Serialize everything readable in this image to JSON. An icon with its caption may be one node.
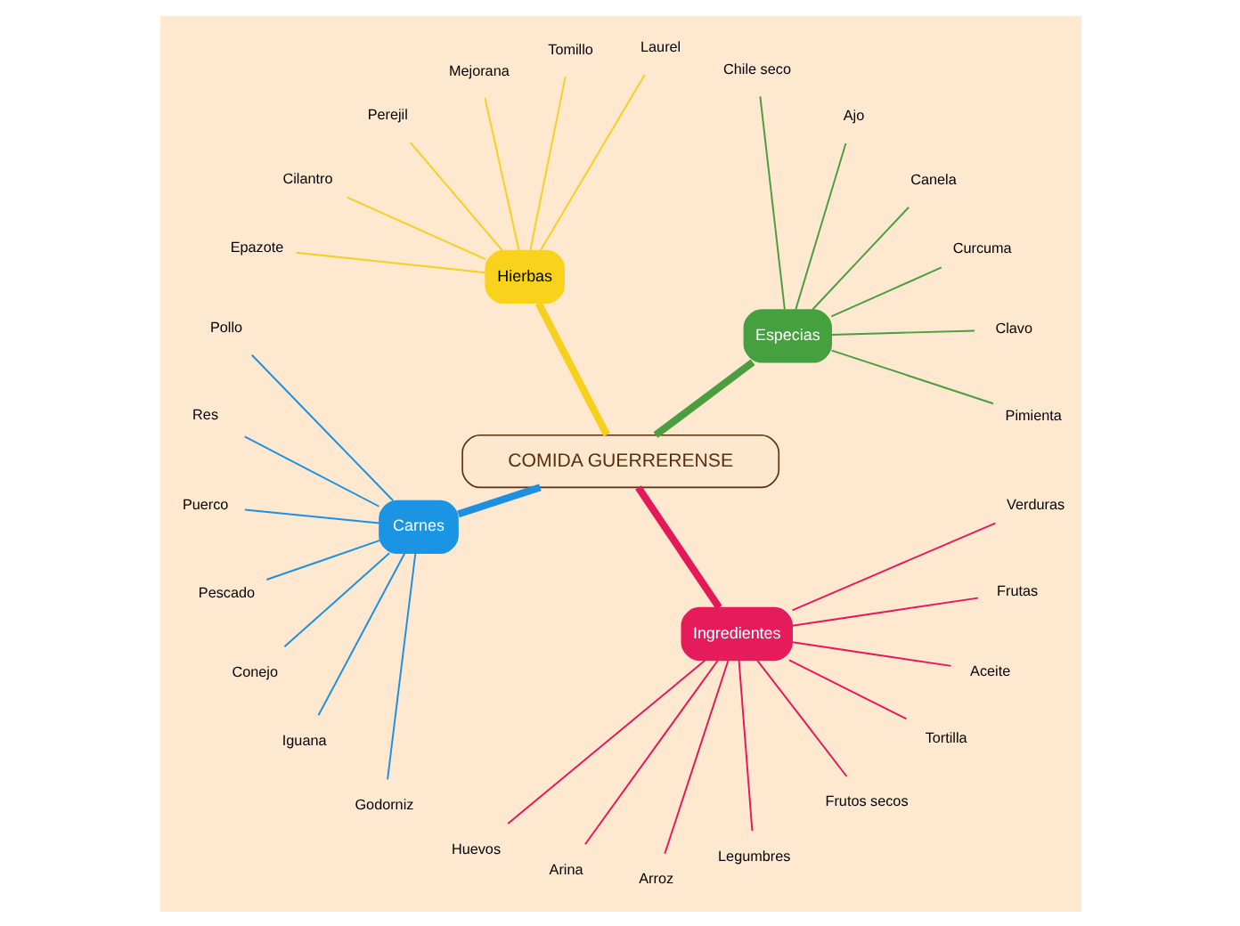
{
  "diagram": {
    "nodes": [
      {
        "text": [
          "COMIDA GUERRERENSE"
        ]
      },
      {
        "text": [
          "Especias"
        ]
      },
      {
        "text": [
          "Pimienta"
        ]
      },
      {
        "text": [
          "Clavo"
        ]
      },
      {
        "text": [
          "Curcuma"
        ]
      },
      {
        "text": [
          "Canela"
        ]
      },
      {
        "text": [
          "Ajo"
        ]
      },
      {
        "text": [
          "Chile seco"
        ]
      },
      {
        "text": [
          "Hierbas"
        ]
      },
      {
        "text": [
          "Laurel"
        ]
      },
      {
        "text": [
          "Tomillo"
        ]
      },
      {
        "text": [
          "Mejorana"
        ]
      },
      {
        "text": [
          "Perejil"
        ]
      },
      {
        "text": [
          "Cilantro"
        ]
      },
      {
        "text": [
          "Epazote"
        ]
      },
      {
        "text": [
          "Carnes"
        ]
      },
      {
        "text": [
          "Pollo"
        ]
      },
      {
        "text": [
          "Res"
        ]
      },
      {
        "text": [
          "Puerco"
        ]
      },
      {
        "text": [
          "Pescado"
        ]
      },
      {
        "text": [
          "Conejo"
        ]
      },
      {
        "text": [
          "Iguana"
        ]
      },
      {
        "text": [
          "Godorniz"
        ]
      },
      {
        "text": [
          "Ingredientes"
        ]
      },
      {
        "text": [
          "Huevos"
        ]
      },
      {
        "text": [
          "Arina"
        ]
      },
      {
        "text": [
          "Arroz"
        ]
      },
      {
        "text": [
          "Legumbres"
        ]
      },
      {
        "text": [
          "Frutos secos"
        ]
      },
      {
        "text": [
          "Tortilla"
        ]
      },
      {
        "text": [
          "Aceite"
        ]
      },
      {
        "text": [
          "Frutas"
        ]
      },
      {
        "text": [
          "Verduras"
        ]
      }
    ],
    "edges": [
      {
        "from": 0,
        "to": 1,
        "arrow": "none",
        "style": "thick",
        "color": "#4a9e3f"
      },
      {
        "from": 1,
        "to": 2,
        "arrow": "none",
        "color": "#4a9e3f"
      },
      {
        "from": 1,
        "to": 3,
        "arrow": "none",
        "color": "#4a9e3f"
      },
      {
        "from": 1,
        "to": 4,
        "arrow": "none",
        "color": "#4a9e3f"
      },
      {
        "from": 1,
        "to": 5,
        "arrow": "none",
        "color": "#4a9e3f"
      },
      {
        "from": 1,
        "to": 6,
        "arrow": "none",
        "color": "#4a9e3f"
      },
      {
        "from": 1,
        "to": 7,
        "arrow": "none",
        "color": "#4a9e3f"
      },
      {
        "from": 0,
        "to": 8,
        "arrow": "none",
        "style": "thick",
        "color": "#f5d01e"
      },
      {
        "from": 8,
        "to": 9,
        "arrow": "none",
        "color": "#f5d01e"
      },
      {
        "from": 8,
        "to": 10,
        "arrow": "none",
        "color": "#f5d01e"
      },
      {
        "from": 8,
        "to": 11,
        "arrow": "none",
        "color": "#f5d01e"
      },
      {
        "from": 8,
        "to": 12,
        "arrow": "none",
        "color": "#f5d01e"
      },
      {
        "from": 8,
        "to": 13,
        "arrow": "none",
        "color": "#f5d01e"
      },
      {
        "from": 8,
        "to": 14,
        "arrow": "none",
        "color": "#f5d01e"
      },
      {
        "from": 0,
        "to": 15,
        "arrow": "none",
        "style": "thick",
        "color": "#1e90e0"
      },
      {
        "from": 15,
        "to": 16,
        "arrow": "none",
        "color": "#1e90e0"
      },
      {
        "from": 15,
        "to": 17,
        "arrow": "none",
        "color": "#1e90e0"
      },
      {
        "from": 15,
        "to": 18,
        "arrow": "none",
        "color": "#1e90e0"
      },
      {
        "from": 15,
        "to": 19,
        "arrow": "none",
        "color": "#1e90e0"
      },
      {
        "from": 15,
        "to": 20,
        "arrow": "none",
        "color": "#1e90e0"
      },
      {
        "from": 15,
        "to": 21,
        "arrow": "none",
        "color": "#1e90e0"
      },
      {
        "from": 15,
        "to": 22,
        "arrow": "none",
        "color": "#1e90e0"
      },
      {
        "from": 0,
        "to": 23,
        "arrow": "none",
        "style": "thick",
        "color": "#e5195a"
      },
      {
        "from": 23,
        "to": 24,
        "arrow": "none",
        "color": "#e5195a"
      },
      {
        "from": 23,
        "to": 25,
        "arrow": "none",
        "color": "#e5195a"
      },
      {
        "from": 23,
        "to": 26,
        "arrow": "none",
        "color": "#e5195a"
      },
      {
        "from": 23,
        "to": 27,
        "arrow": "none",
        "color": "#e5195a"
      },
      {
        "from": 23,
        "to": 28,
        "arrow": "none",
        "color": "#e5195a"
      },
      {
        "from": 23,
        "to": 29,
        "arrow": "none",
        "color": "#e5195a"
      },
      {
        "from": 23,
        "to": 30,
        "arrow": "none",
        "color": "#e5195a"
      },
      {
        "from": 23,
        "to": 31,
        "arrow": "none",
        "color": "#e5195a"
      },
      {
        "from": 23,
        "to": 32,
        "arrow": "none",
        "color": "#e5195a"
      }
    ]
  }
}
